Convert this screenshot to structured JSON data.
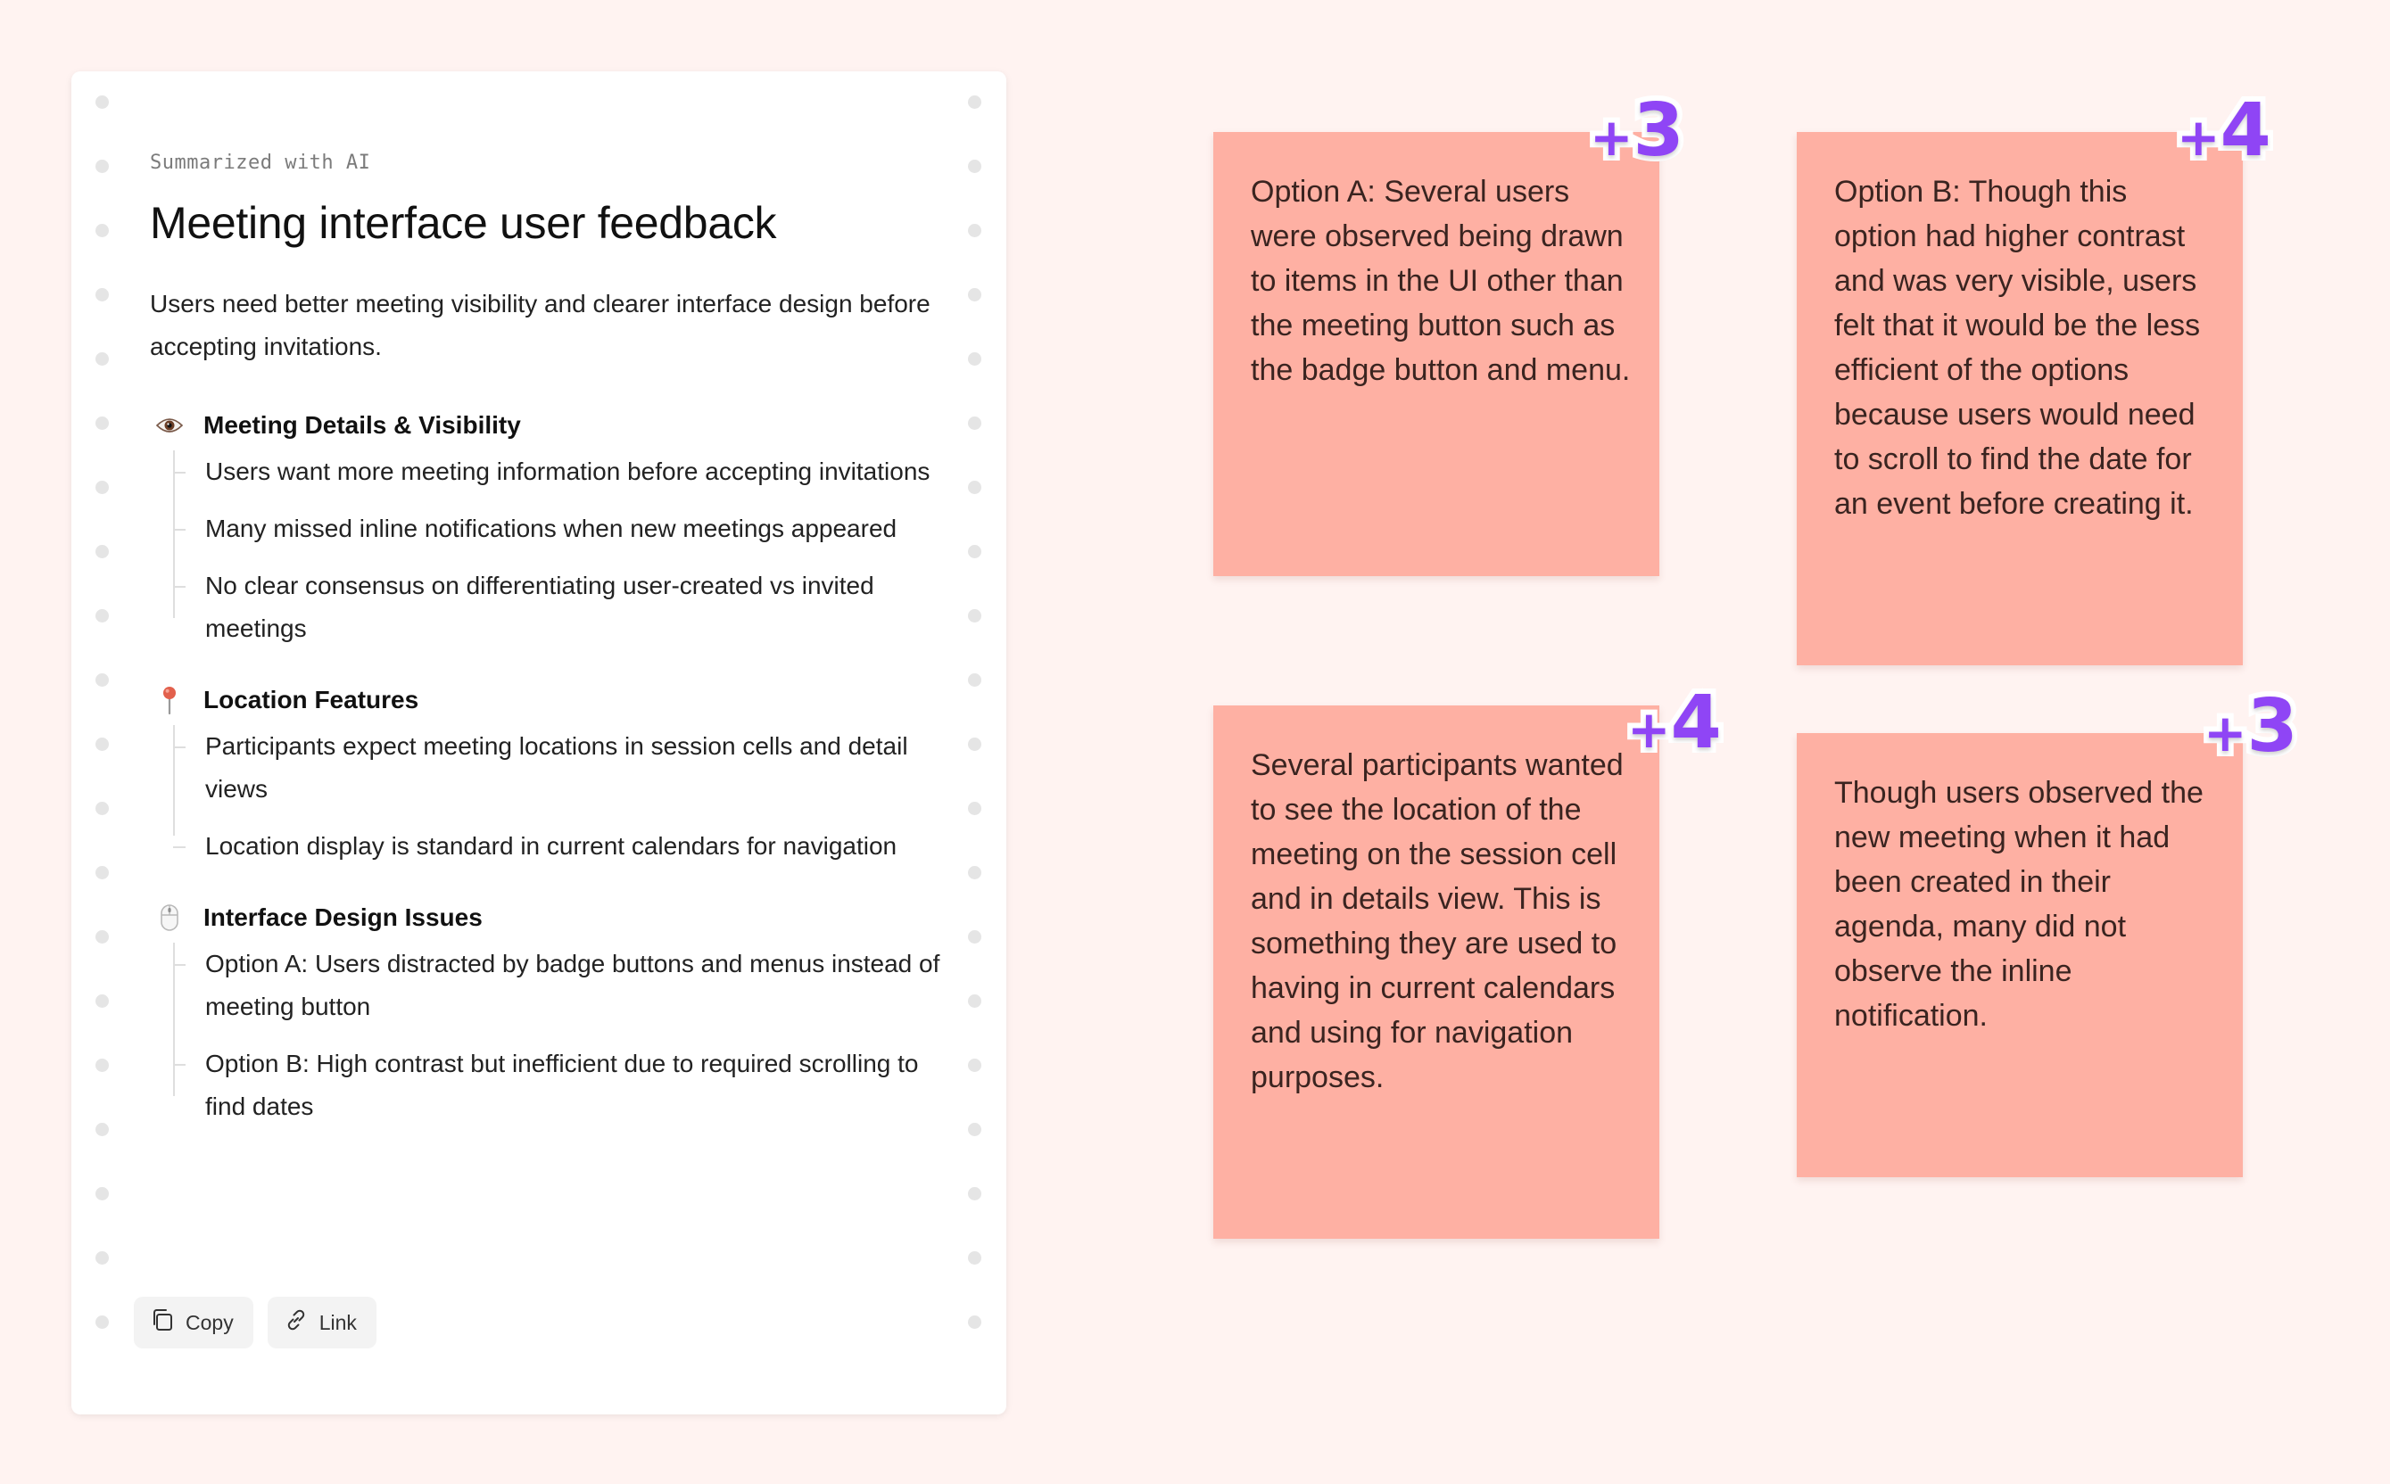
{
  "card": {
    "eyebrow": "Summarized with AI",
    "title": "Meeting interface user feedback",
    "summary": "Users need better meeting visibility and clearer interface design before accepting invitations.",
    "sections": [
      {
        "icon": "eye-icon",
        "glyph": "👁️",
        "title": "Meeting Details & Visibility",
        "bullets": [
          "Users want more meeting information before accepting invitations",
          "Many missed inline notifications when new meetings appeared",
          "No clear consensus on differentiating user-created vs invited meetings"
        ]
      },
      {
        "icon": "pin-icon",
        "glyph": "📍",
        "title": "Location Features",
        "bullets": [
          "Participants expect meeting locations in session cells and detail views",
          "Location display is standard in current calendars for navigation"
        ]
      },
      {
        "icon": "mouse-icon",
        "glyph": "🖱️",
        "title": "Interface Design Issues",
        "bullets": [
          "Option A: Users distracted by badge buttons and menus instead of meeting button",
          "Option B: High contrast but inefficient due to required scrolling to find dates"
        ]
      }
    ],
    "actions": {
      "copy_label": "Copy",
      "copy_icon": "copy-icon",
      "link_label": "Link",
      "link_icon": "link-icon"
    }
  },
  "notes": [
    {
      "text": "Option A: Several users were observed being drawn to items in the UI other than the meeting button such as the badge button and menu.",
      "votes": "3",
      "color": "#feb0a3"
    },
    {
      "text": "Option B: Though this option had higher contrast and was very visible, users felt that it would be the less efficient of the options because users would need to scroll to find the date for an event before creating it.",
      "votes": "4",
      "color": "#feb0a3"
    },
    {
      "text": "Several participants wanted to see the location of the meeting on the session cell and in details view. This is something they are used to having in current calendars and using for navigation purposes.",
      "votes": "4",
      "color": "#feb0a3"
    },
    {
      "text": "Though users observed the new meeting when it had been created in their agenda, many did not observe the inline notification.",
      "votes": "3",
      "color": "#feb0a3"
    }
  ],
  "vote_color": "#8f45f5"
}
